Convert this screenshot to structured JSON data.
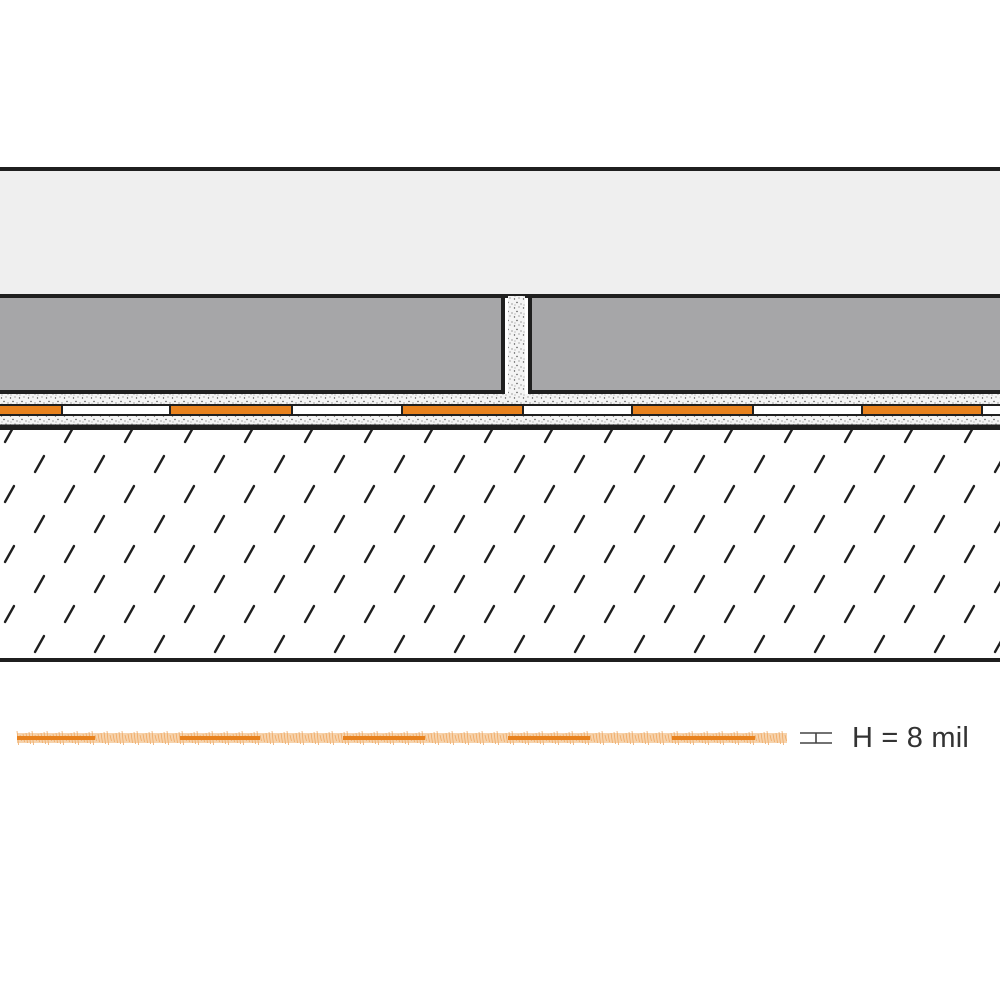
{
  "diagram": {
    "kind": "tile-assembly-cross-section",
    "layers": [
      "top-slab",
      "tiles",
      "grout-joint",
      "membrane-strip",
      "thinset-mortar",
      "concrete-substrate"
    ],
    "tile_count_visible": 2,
    "membrane_pattern": [
      "orange",
      "white"
    ],
    "thickness_label": "H = 8 mil",
    "colors": {
      "outline": "#1f1f1f",
      "top_slab": "#efefef",
      "tile": "#a6a6a8",
      "membrane_accent": "#e8821e",
      "grout": "#f2f2f2",
      "substrate": "#ffffff"
    }
  }
}
